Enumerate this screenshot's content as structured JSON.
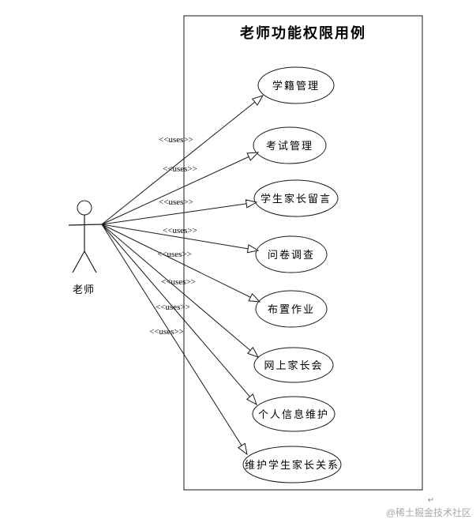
{
  "diagram": {
    "title": "老师功能权限用例",
    "actor": {
      "label": "老师"
    },
    "relationship_label": "<<uses>>",
    "usecases": [
      {
        "label": "学籍管理"
      },
      {
        "label": "考试管理"
      },
      {
        "label": "学生家长留言"
      },
      {
        "label": "问卷调查"
      },
      {
        "label": "布置作业"
      },
      {
        "label": "网上家长会"
      },
      {
        "label": "个人信息维护"
      },
      {
        "label": "维护学生家长关系"
      }
    ],
    "colors": {
      "stroke": "#1a1a1a",
      "fill": "#ffffff",
      "watermark": "#a8a8a8"
    }
  },
  "watermark": {
    "text": "@稀土掘金技术社区",
    "return_mark": "↵"
  }
}
